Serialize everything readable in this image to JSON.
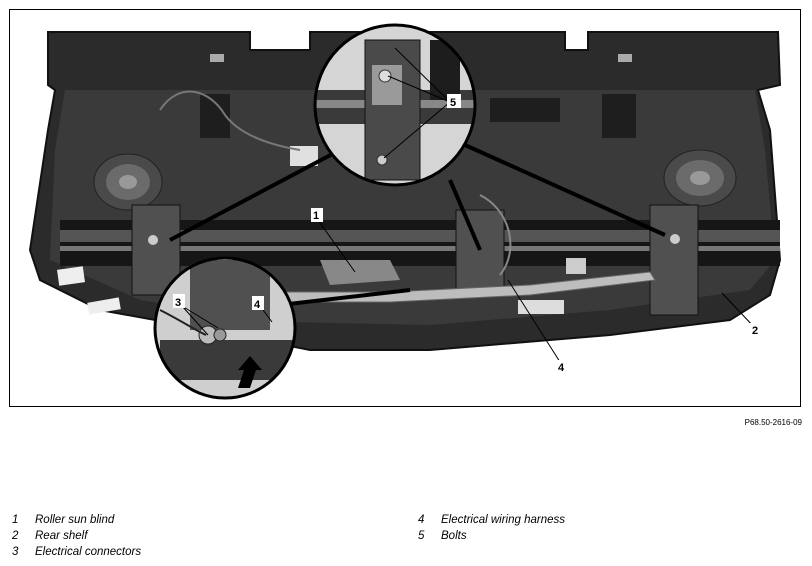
{
  "figure": {
    "code": "P68.50-2616-09",
    "callouts": [
      "1",
      "2",
      "3",
      "4",
      "4",
      "5"
    ]
  },
  "legend": [
    {
      "num": "1",
      "label": "Roller sun blind"
    },
    {
      "num": "2",
      "label": "Rear shelf"
    },
    {
      "num": "3",
      "label": "Electrical connectors"
    },
    {
      "num": "4",
      "label": "Electrical wiring harness"
    },
    {
      "num": "5",
      "label": "Bolts"
    }
  ]
}
